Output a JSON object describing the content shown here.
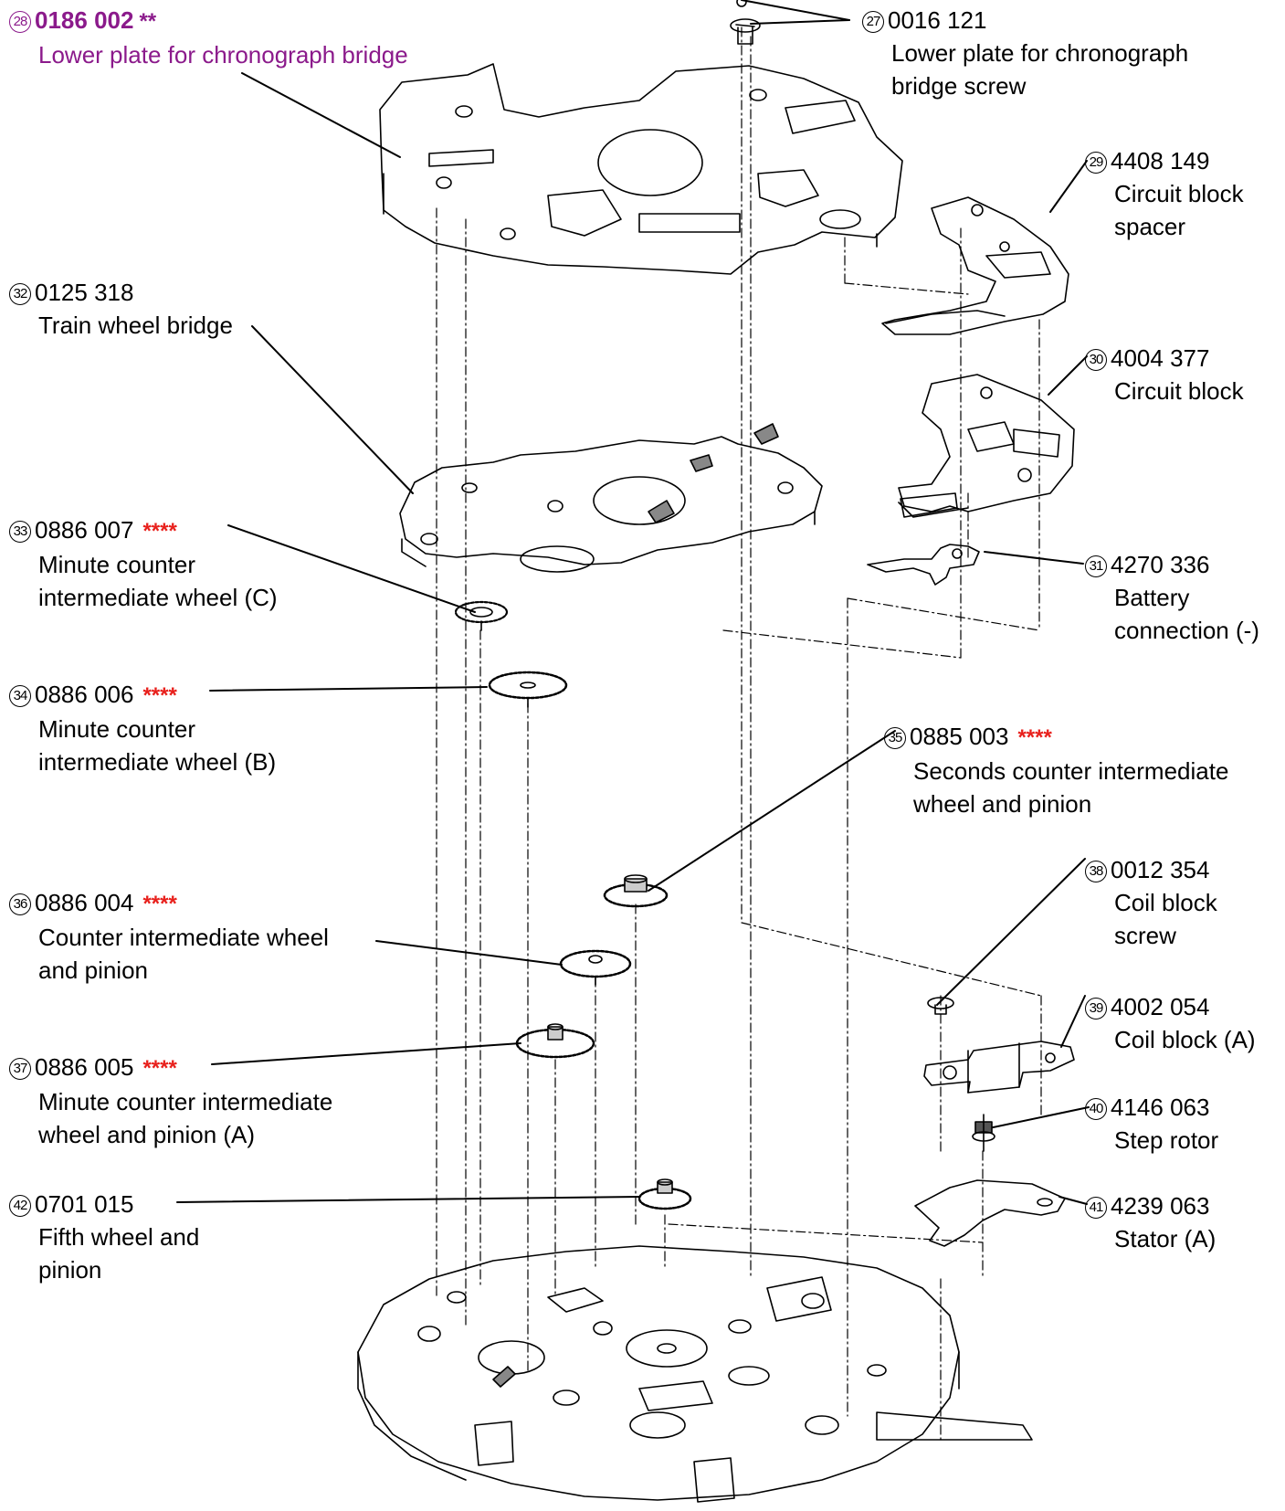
{
  "colors": {
    "highlight": "#8b1a8b",
    "marker": "#e8201c",
    "line": "#000000"
  },
  "parts": [
    {
      "id": "p28",
      "num": "28",
      "code": "0186 002",
      "marker": "**",
      "lines": [
        "Lower plate for chronograph bridge"
      ]
    },
    {
      "id": "p27",
      "num": "27",
      "code": "0016 121",
      "marker": "",
      "lines": [
        "Lower plate for chronograph",
        "bridge screw"
      ]
    },
    {
      "id": "p29",
      "num": "29",
      "code": "4408 149",
      "marker": "",
      "lines": [
        "Circuit block",
        "spacer"
      ]
    },
    {
      "id": "p32",
      "num": "32",
      "code": "0125 318",
      "marker": "",
      "lines": [
        "Train wheel bridge"
      ]
    },
    {
      "id": "p30",
      "num": "30",
      "code": "4004 377",
      "marker": "",
      "lines": [
        "Circuit block"
      ]
    },
    {
      "id": "p33",
      "num": "33",
      "code": "0886 007",
      "marker": "****",
      "lines": [
        "Minute counter",
        "intermediate wheel (C)"
      ]
    },
    {
      "id": "p31",
      "num": "31",
      "code": "4270 336",
      "marker": "",
      "lines": [
        "Battery",
        "connection (-)"
      ]
    },
    {
      "id": "p34",
      "num": "34",
      "code": "0886 006",
      "marker": "****",
      "lines": [
        "Minute counter",
        "intermediate wheel (B)"
      ]
    },
    {
      "id": "p35",
      "num": "35",
      "code": "0885 003",
      "marker": "****",
      "lines": [
        "Seconds counter intermediate",
        "wheel and pinion"
      ]
    },
    {
      "id": "p38",
      "num": "38",
      "code": "0012 354",
      "marker": "",
      "lines": [
        "Coil block",
        "screw"
      ]
    },
    {
      "id": "p36",
      "num": "36",
      "code": "0886 004",
      "marker": "****",
      "lines": [
        "Counter intermediate wheel",
        "and pinion"
      ]
    },
    {
      "id": "p39",
      "num": "39",
      "code": "4002 054",
      "marker": "",
      "lines": [
        "Coil block (A)"
      ]
    },
    {
      "id": "p37",
      "num": "37",
      "code": "0886 005",
      "marker": "****",
      "lines": [
        "Minute counter intermediate",
        "wheel and pinion (A)"
      ]
    },
    {
      "id": "p40",
      "num": "40",
      "code": "4146 063",
      "marker": "",
      "lines": [
        "Step rotor"
      ]
    },
    {
      "id": "p42",
      "num": "42",
      "code": "0701 015",
      "marker": "",
      "lines": [
        "Fifth wheel and",
        "pinion"
      ]
    },
    {
      "id": "p41",
      "num": "41",
      "code": "4239 063",
      "marker": "",
      "lines": [
        "Stator (A)"
      ]
    }
  ]
}
